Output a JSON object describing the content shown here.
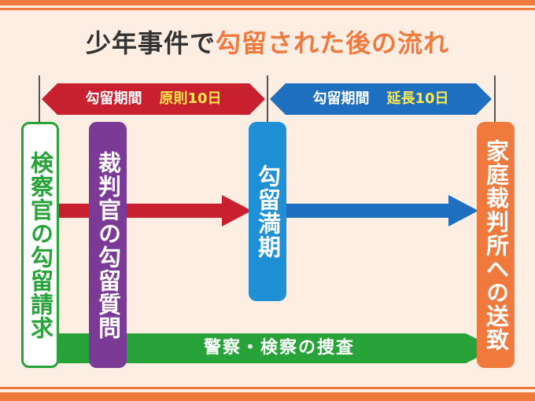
{
  "title": {
    "prefix": "少年事件で",
    "highlight": "勾留された後の流れ"
  },
  "period1": {
    "label": "勾留期間",
    "detail": "原則10日"
  },
  "period2": {
    "label": "勾留期間",
    "detail": "延長10日"
  },
  "boxes": {
    "request": "検察官の勾留請求",
    "questioning": "裁判官の勾留質問",
    "expiry": "勾留満期",
    "transfer": "家庭裁判所への送致"
  },
  "investigation": "警察・検察の捜査",
  "colors": {
    "orange": "#f07a3e",
    "red": "#c8202f",
    "blue": "#1f6fc0",
    "green": "#27a33a",
    "purple": "#7b3a96",
    "text": "#333333",
    "background": "#fdeee4"
  }
}
